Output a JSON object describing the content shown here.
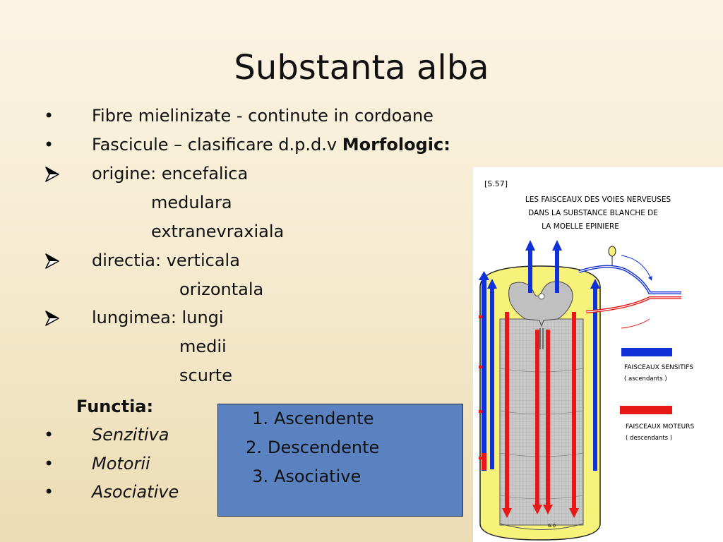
{
  "title": "Substanta alba",
  "content": {
    "line1": "Fibre mielinizate  - continute in cordoane",
    "line2_a": "Fascicule – clasificare d.p.d.v ",
    "line2_b": "Morfologic:",
    "line3": "origine: encefalica",
    "line4": "medulara",
    "line5": "extranevraxiala",
    "line6": "directia: verticala",
    "line7": "orizontala",
    "line8": "lungimea: lungi",
    "line9": "medii",
    "line10": "scurte",
    "functia_label": "Functia:",
    "functia_items": [
      "Senzitiva",
      "Motorii",
      "Asociative"
    ]
  },
  "bullets": {
    "dot": "•"
  },
  "box": {
    "items": [
      {
        "num": "1.",
        "text": "Ascendente"
      },
      {
        "num": "2.",
        "text": "Descendente"
      },
      {
        "num": "3.",
        "text": "Asociative"
      }
    ],
    "color": "#5b82c0"
  },
  "figure": {
    "ref": "[S.57]",
    "title_lines": [
      "LES  FAISCEAUX  DES  VOIES  NERVEUSES",
      "DANS  LA  SUBSTANCE  BLANCHE  DE",
      "LA  MOELLE  EPINIERE"
    ],
    "legend_sensitive": "FAISCEAUX  SENSITIFS",
    "legend_sensitive_sub": "( ascendants )",
    "legend_motor": "FAISCEAUX  MOTEURS",
    "legend_motor_sub": "( descendants )",
    "corner_label": "6.0",
    "color_sensitive": "#1030d8",
    "color_motor": "#e81818",
    "color_cord": "#f7f27a"
  }
}
